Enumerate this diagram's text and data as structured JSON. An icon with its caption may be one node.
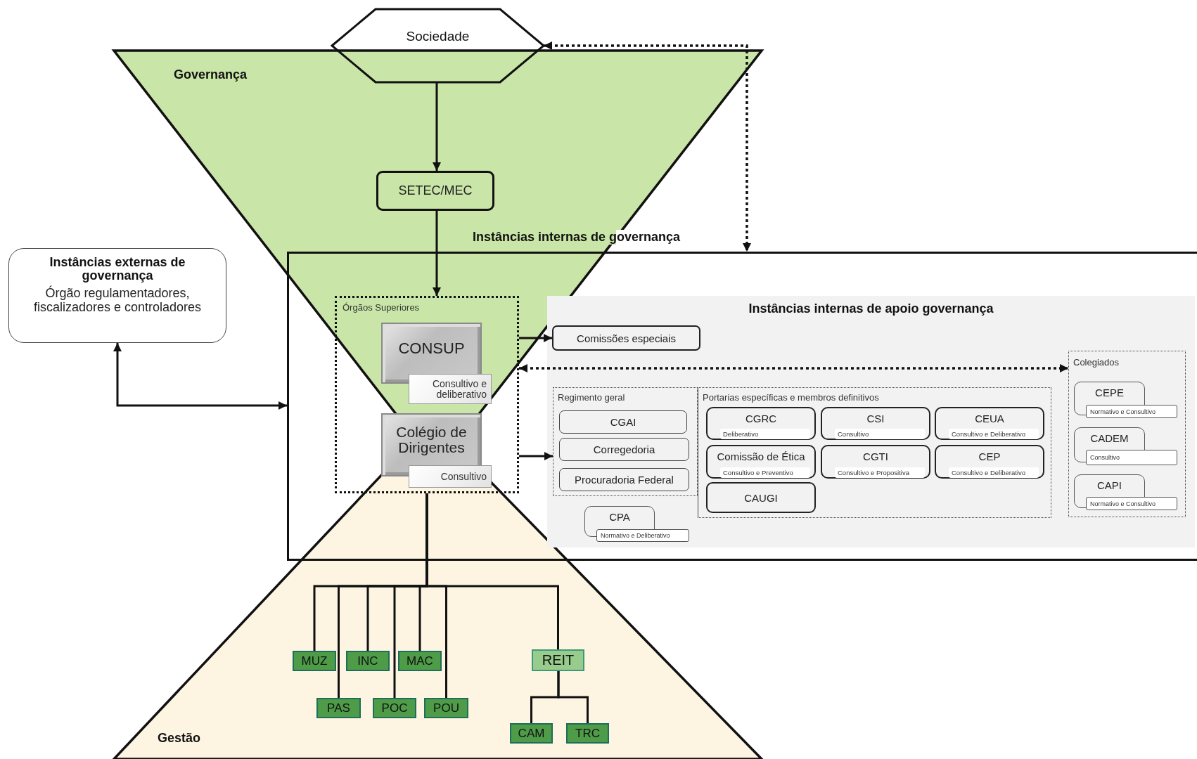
{
  "diagram": {
    "nodes": [
      {
        "text": [
          "Sociedade"
        ]
      },
      {
        "text": [
          "SETEC/MEC"
        ]
      },
      {
        "text": [
          "Instâncias externas de governança",
          "Órgão regulamentadores, fiscalizadores e controladores"
        ]
      },
      {
        "text": [
          "Instâncias internas de governança"
        ]
      },
      {
        "text": [
          "Órgãos Superiores"
        ],
        "in": 3
      },
      {
        "text": [
          "CONSUP",
          "Consultivo e deliberativo"
        ],
        "in": 4
      },
      {
        "text": [
          "Colégio de Dirigentes",
          "Consultivo"
        ],
        "in": 4
      },
      {
        "text": [
          "Instâncias internas de apoio governança"
        ],
        "in": 3
      },
      {
        "text": [
          "Comissões especiais"
        ],
        "in": 7
      },
      {
        "text": [
          "Regimento geral"
        ],
        "in": 7
      },
      {
        "text": [
          "CGAI"
        ],
        "in": 9
      },
      {
        "text": [
          "Corregedoria"
        ],
        "in": 9
      },
      {
        "text": [
          "Procuradoria Federal"
        ],
        "in": 9
      },
      {
        "text": [
          "Portarias específicas e membros definitivos"
        ],
        "in": 7
      },
      {
        "text": [
          "CGRC",
          "Deliberativo"
        ],
        "in": 13
      },
      {
        "text": [
          "CSI",
          "Consultivo"
        ],
        "in": 13
      },
      {
        "text": [
          "CEUA",
          "Consultivo e Deliberativo"
        ],
        "in": 13
      },
      {
        "text": [
          "Comissão de Ética",
          "Consultivo e Preventivo"
        ],
        "in": 13
      },
      {
        "text": [
          "CGTI",
          "Consultivo e Propositiva"
        ],
        "in": 13
      },
      {
        "text": [
          "CEP",
          "Consultivo e Deliberativo"
        ],
        "in": 13
      },
      {
        "text": [
          "CAUGI"
        ],
        "in": 13
      },
      {
        "text": [
          "CPA",
          "Normativo e Deliberativo"
        ],
        "in": 7
      },
      {
        "text": [
          "Colegiados"
        ],
        "in": 7
      },
      {
        "text": [
          "CEPE",
          "Normativo e Consultivo"
        ],
        "in": 22
      },
      {
        "text": [
          "CADEM",
          "Consultivo"
        ],
        "in": 22
      },
      {
        "text": [
          "CAPI",
          "Normativo e Consultivo"
        ],
        "in": 22
      },
      {
        "text": [
          "MUZ"
        ]
      },
      {
        "text": [
          "INC"
        ]
      },
      {
        "text": [
          "MAC"
        ]
      },
      {
        "text": [
          "REIT"
        ]
      },
      {
        "text": [
          "PAS"
        ]
      },
      {
        "text": [
          "POC"
        ]
      },
      {
        "text": [
          "POU"
        ]
      },
      {
        "text": [
          "CAM"
        ]
      },
      {
        "text": [
          "TRC"
        ]
      }
    ],
    "edges": [
      {
        "from": 0,
        "to": 1,
        "arrow": "to"
      },
      {
        "from": 1,
        "to": 4,
        "arrow": "to"
      },
      {
        "from": 2,
        "to": 3,
        "arrow": "both"
      },
      {
        "from": 0,
        "to": 3,
        "arrow": "both",
        "style": "dashed"
      },
      {
        "from": 4,
        "to": 8,
        "arrow": "to"
      },
      {
        "from": 4,
        "to": 22,
        "arrow": "both",
        "style": "dashed"
      },
      {
        "from": 4,
        "to": 9,
        "arrow": "to"
      },
      {
        "from": 4,
        "to": 26,
        "arrow": "none"
      },
      {
        "from": 4,
        "to": 30,
        "arrow": "none"
      },
      {
        "from": 4,
        "to": 27,
        "arrow": "none"
      },
      {
        "from": 4,
        "to": 31,
        "arrow": "none"
      },
      {
        "from": 4,
        "to": 28,
        "arrow": "none"
      },
      {
        "from": 4,
        "to": 32,
        "arrow": "none"
      },
      {
        "from": 4,
        "to": 29,
        "arrow": "none"
      },
      {
        "from": 29,
        "to": 33,
        "arrow": "none"
      },
      {
        "from": 29,
        "to": 34,
        "arrow": "none"
      }
    ],
    "labels": [
      "Governança",
      "Gestão"
    ]
  }
}
